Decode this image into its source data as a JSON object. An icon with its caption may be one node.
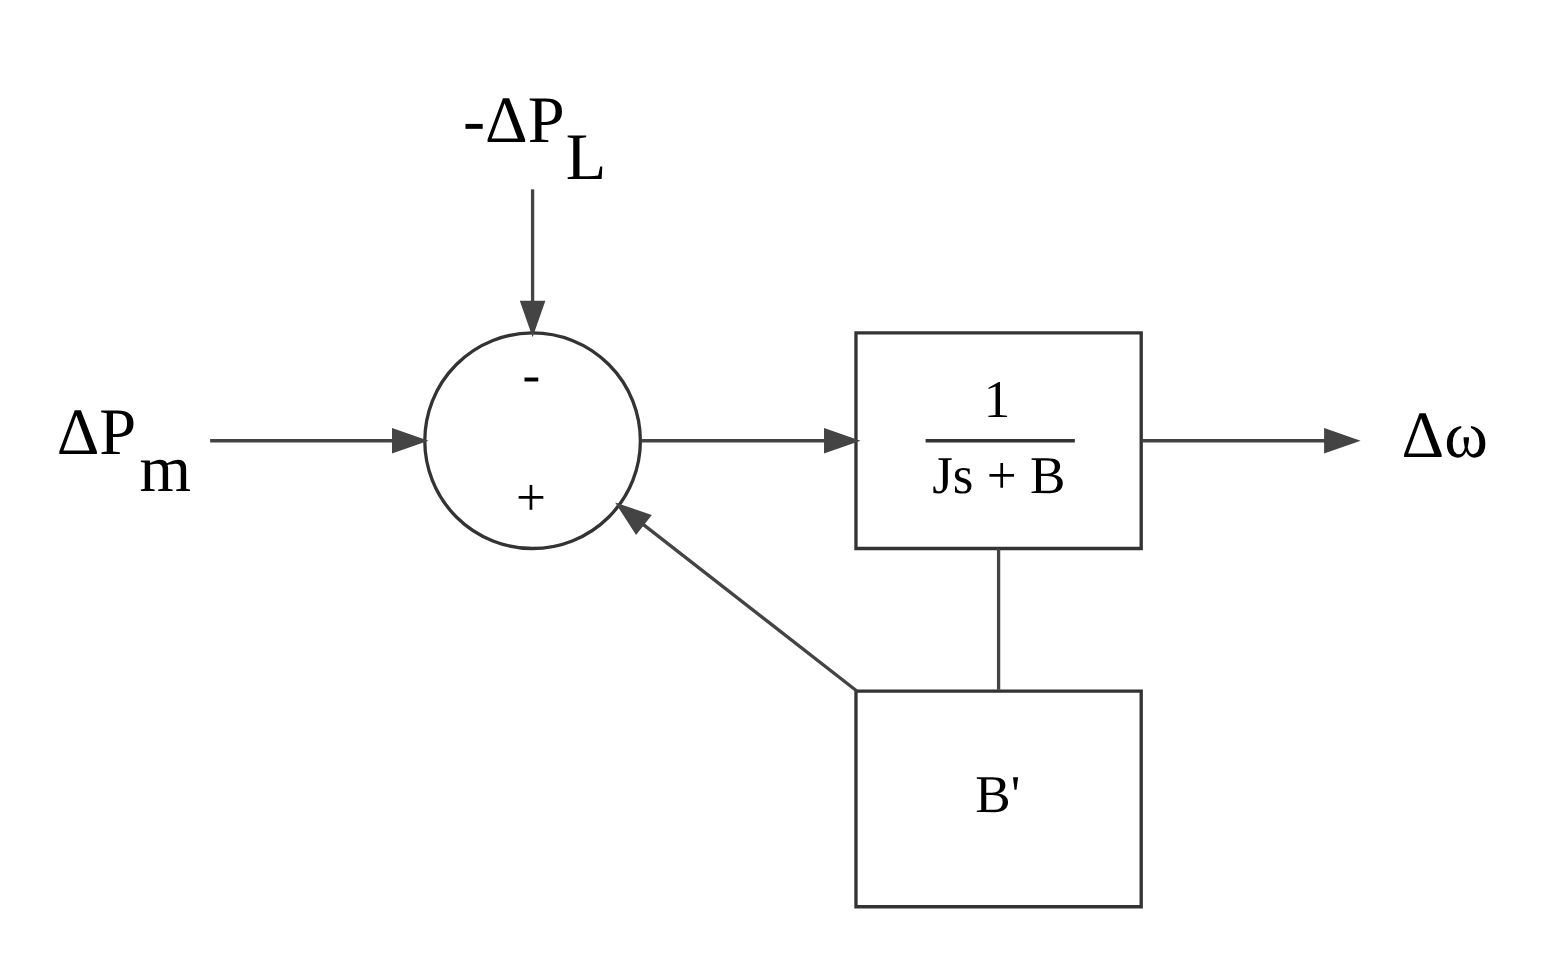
{
  "diagram": {
    "nodes": [
      {
        "text": [
          "ΔP$_{m}$"
        ]
      },
      {
        "text": [
          "-",
          "+"
        ]
      },
      {
        "text": [
          "1",
          "Js + B"
        ]
      },
      {
        "text": [
          "B'"
        ]
      },
      {
        "text": [
          "-ΔP$_{L}$"
        ]
      },
      {
        "text": [
          "Δω"
        ]
      }
    ],
    "edges": [
      {
        "from": 0,
        "to": 1,
        "arrow": "to"
      },
      {
        "from": 4,
        "to": 1,
        "arrow": "to"
      },
      {
        "from": 1,
        "to": 2,
        "arrow": "to"
      },
      {
        "from": 2,
        "to": 5,
        "arrow": "to"
      },
      {
        "from": 2,
        "to": 3,
        "arrow": "none"
      },
      {
        "from": 3,
        "to": 1,
        "arrow": "to"
      }
    ]
  }
}
